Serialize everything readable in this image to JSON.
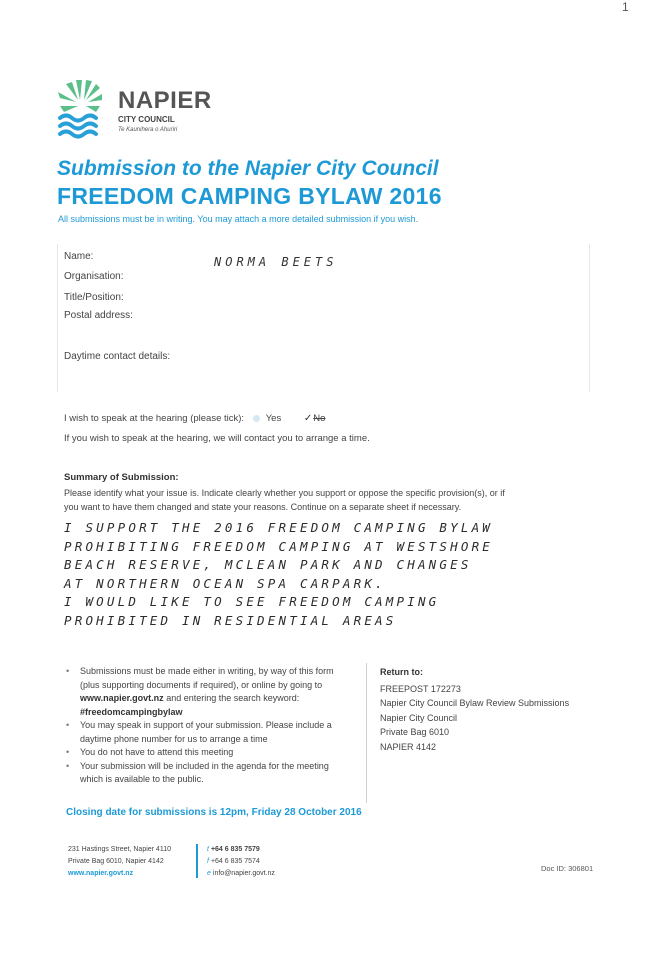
{
  "page_marker": "1",
  "logo": {
    "name": "NAPIER",
    "sub": "CITY COUNCIL",
    "maori": "Te Kaunihera o Ahuriri",
    "colors": {
      "leaf": "#5bbf8a",
      "wave": "#2aa0d8"
    }
  },
  "header": {
    "title_line1": "Submission to the Napier City Council",
    "title_line2": "FREEDOM CAMPING BYLAW 2016",
    "subtitle": "All submissions must be in writing.  You may attach a more detailed submission if you wish."
  },
  "form": {
    "name_label": "Name:",
    "name_value": "NORMA   BEETS",
    "organisation_label": "Organisation:",
    "title_label": "Title/Position:",
    "postal_label": "Postal address:",
    "contact_label": "Daytime contact details:"
  },
  "hearing": {
    "question": "I wish to speak at the hearing (please tick):",
    "yes_label": "Yes",
    "no_label": "No",
    "no_mark": "✓",
    "info": "If you wish to speak at the hearing, we will contact you to arrange a time."
  },
  "summary": {
    "heading": "Summary of Submission:",
    "instructions_1": "Please identify what your issue is. Indicate clearly whether you support or oppose the specific provision(s), or if",
    "instructions_2": "you want to have them changed and state your reasons. Continue on a separate sheet if necessary.",
    "handwritten_lines": [
      "I SUPPORT THE 2016 FREEDOM CAMPING BYLAW",
      "PROHIBITING FREEDOM CAMPING AT WESTSHORE",
      "BEACH RESERVE, MCLEAN PARK AND CHANGES",
      "AT NORTHERN OCEAN SPA CARPARK.",
      "I WOULD LIKE TO SEE FREEDOM CAMPING",
      "PROHIBITED IN RESIDENTIAL AREAS"
    ]
  },
  "notes": {
    "bullet_1a": "Submissions must be made either in writing, by way of this form (plus supporting documents if required), or online by going to ",
    "bullet_1_web": "www.napier.govt.nz",
    "bullet_1b": " and entering the search keyword: ",
    "bullet_1_keyword": "#freedomcampingbylaw",
    "bullet_2": "You may speak in support of your submission. Please include a daytime phone number for us to arrange a time",
    "bullet_3": "You do not have to attend this meeting",
    "bullet_4": "Your submission will be included in the agenda for the meeting which is available to the public."
  },
  "return_to": {
    "heading": "Return to:",
    "lines": [
      "FREEPOST 172273",
      "Napier City Council Bylaw Review Submissions",
      "Napier City Council",
      "Private Bag 6010",
      "NAPIER 4142"
    ]
  },
  "closing": "Closing date for submissions is 12pm, Friday 28 October 2016",
  "footer": {
    "address_1": "231 Hastings Street, Napier 4110",
    "address_2": "Private Bag 6010, Napier 4142",
    "website": "www.napier.govt.nz",
    "t_prefix": "t",
    "phone": "+64 6 835 7579",
    "f_prefix": "f",
    "fax": "+64 6 835 7574",
    "e_prefix": "e",
    "email": "info@napier.govt.nz",
    "doc_id": "Doc ID: 306801"
  }
}
